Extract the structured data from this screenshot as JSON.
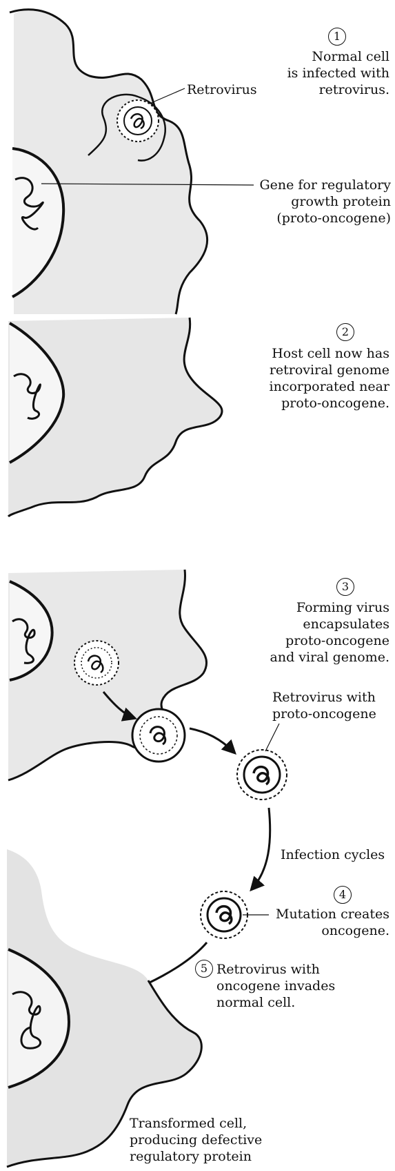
{
  "labels": {
    "retrovirus": "Retrovirus",
    "gene_for_regulatory": "Gene for regulatory\ngrowth protein\n(proto-oncogene)",
    "retrovirus_with_proto": "Retrovirus with\nproto-oncogene",
    "infection_cycles": "Infection cycles",
    "mutation_creates": "Mutation creates\noncogene.",
    "transformed_cell": "Transformed cell,\nproducing defective\nregulatory protein"
  },
  "steps": [
    {
      "number": "1",
      "text": "Normal cell\nis infected with\nretrovirus."
    },
    {
      "number": "2",
      "text": "Host cell now has\nretroviral genome\nincorporated near\nproto-oncogene."
    },
    {
      "number": "3",
      "text": "Forming virus\nencapsulates\nproto-oncogene\nand viral genome."
    },
    {
      "number": "4",
      "text": ""
    },
    {
      "number": "5",
      "text": "Retrovirus with\noncogene invades\nnormal cell."
    }
  ],
  "colors": {
    "ink": "#111111",
    "shade": "#9a9a9a",
    "background": "#ffffff"
  }
}
